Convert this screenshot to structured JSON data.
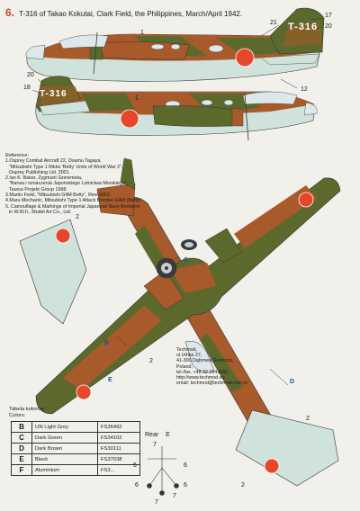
{
  "header": {
    "number": "6.",
    "title": "T-316 of Takao Kokutai, Clark Field, the Philippines, March/April 1942."
  },
  "aircraft_codes": {
    "tail_top": "T-316",
    "tail_side": "T-316"
  },
  "references": {
    "heading": "Reference:",
    "items": [
      "1.Osprey Combat Aircraft 22, Osamu Tagaya,",
      "\"Mitsubishi Type 1 Rikko 'Betty' Units of World War 2\".",
      "Osprey Publishing Ltd. 2001.",
      "2.Ian K. Baker, Zygmunt Szeremeta,",
      "\"Barwa i oznaczenia Japońskiego Lotnictwa Morskiego\",",
      "Taurus Projekt Group 1998.",
      "3.Martin Ferkl, \"Mitsubishi G4M Betty\", Revi 2002.",
      "4.Maru Mechanic, Mitsubishi Type 1 Attack Bomber G4M (Betty).",
      "5. Camouflage & Markings of Imperial Japanese Navy Bombers",
      "in W.W.II., Model Art Co., Ltd."
    ]
  },
  "publisher": {
    "lines": [
      "Techmod,",
      "ul.Uthke 27,",
      "41-300 Dąbrowa Górnicza,",
      "Poland,",
      "tel./fax. +48 32 2643692,",
      "http://www.techmod.eu,",
      "email: techmod@techmod.com.pl"
    ]
  },
  "colors": {
    "title_pl": "Tabela kolorów:",
    "title_en": "Colors:",
    "rows": [
      {
        "letter": "B",
        "name": "IJN Light Grey",
        "fs": "FS36492"
      },
      {
        "letter": "C",
        "name": "Dark Green",
        "fs": "FS34102"
      },
      {
        "letter": "D",
        "name": "Dark Brown",
        "fs": "FS30111"
      },
      {
        "letter": "E",
        "name": "Black",
        "fs": "FS37038"
      },
      {
        "letter": "F",
        "name": "Aluminium",
        "fs": "FS3..."
      }
    ],
    "palette": {
      "light_grey": "#cfe3dc",
      "dark_green": "#5b6a2c",
      "dark_brown": "#a85a2a",
      "black": "#1b1b1b",
      "aluminium": "#c9ccd0",
      "hinomaru": "#e8462a",
      "accent_blue": "#1f4f9e"
    }
  },
  "rear": {
    "label": "Rear",
    "letter": "E"
  },
  "callouts": {
    "top": [
      "1",
      "21",
      "17",
      "20",
      "12"
    ],
    "side": [
      "20",
      "18",
      "1"
    ],
    "plan": [
      "2",
      "2",
      "2",
      "2",
      "7",
      "6",
      "6",
      "6",
      "6",
      "7",
      "7"
    ],
    "plan_letters": [
      "C",
      "B",
      "E",
      "D"
    ]
  }
}
